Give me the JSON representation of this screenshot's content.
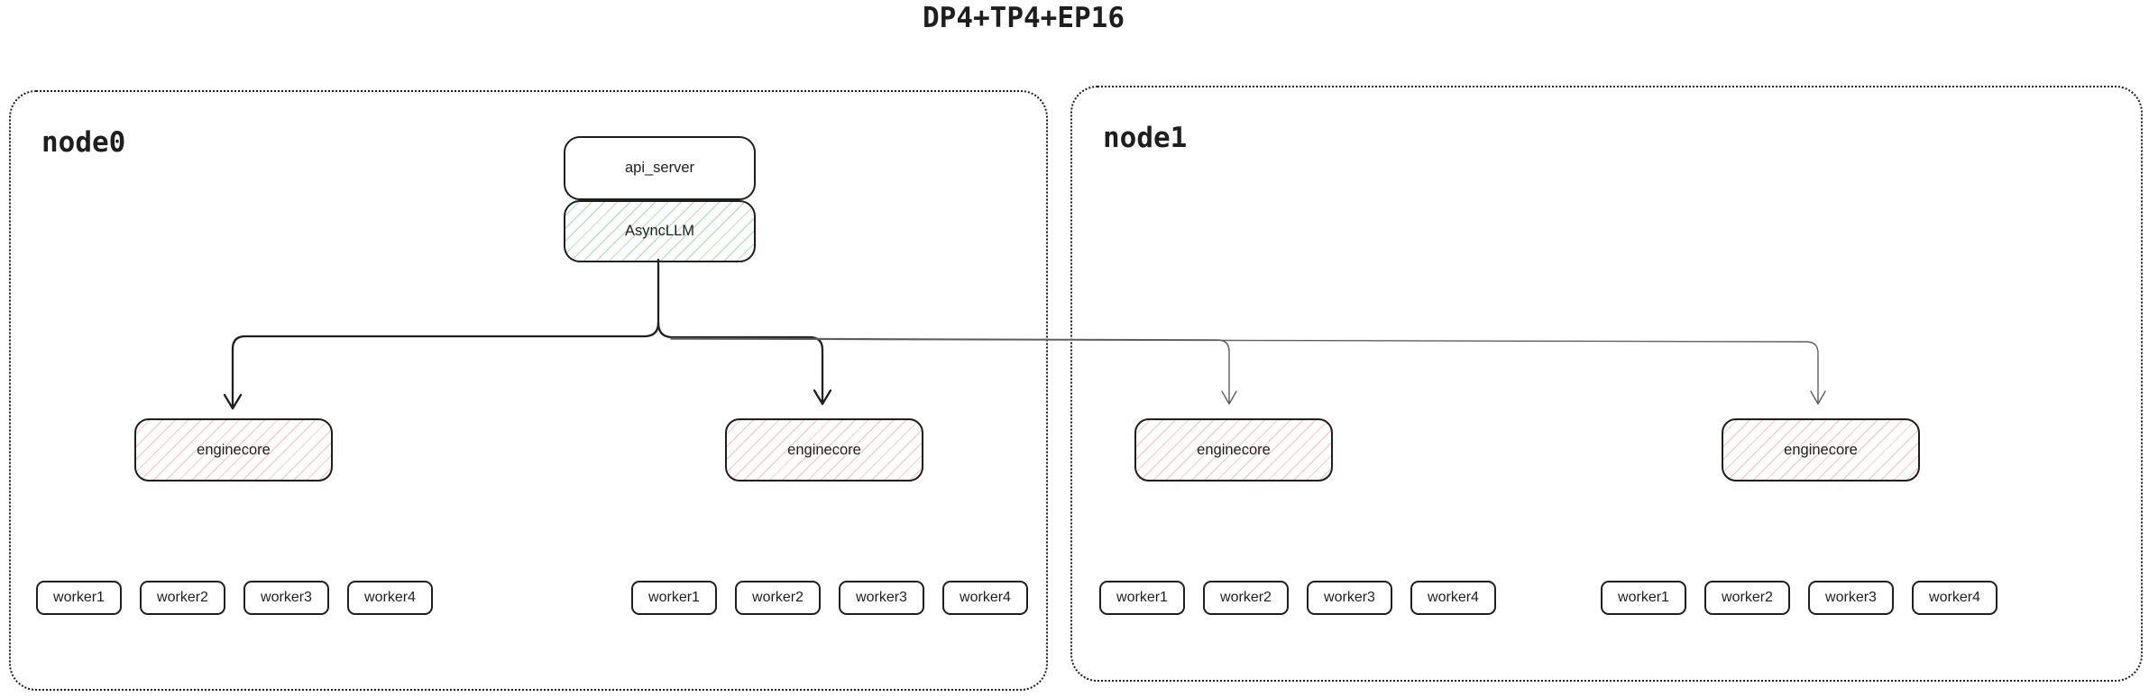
{
  "title": "DP4+TP4+EP16",
  "colors": {
    "border": "#1e1e1e",
    "green_hatch": "#69d481",
    "red_hatch": "#f09696",
    "arrow_dark": "#1e1e1e",
    "arrow_thin": "#5f5f5f",
    "background": "#ffffff"
  },
  "nodes": [
    {
      "label": "node0",
      "api_server": "api_server",
      "async_llm": "AsyncLLM",
      "enginecores": [
        {
          "label": "enginecore",
          "workers": [
            "worker1",
            "worker2",
            "worker3",
            "worker4"
          ]
        },
        {
          "label": "enginecore",
          "workers": [
            "worker1",
            "worker2",
            "worker3",
            "worker4"
          ]
        }
      ]
    },
    {
      "label": "node1",
      "enginecores": [
        {
          "label": "enginecore",
          "workers": [
            "worker1",
            "worker2",
            "worker3",
            "worker4"
          ]
        },
        {
          "label": "enginecore",
          "workers": [
            "worker1",
            "worker2",
            "worker3",
            "worker4"
          ]
        }
      ]
    }
  ]
}
